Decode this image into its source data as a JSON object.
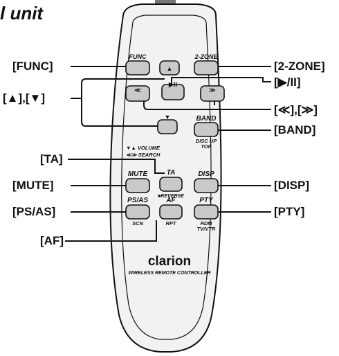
{
  "heading": "l unit",
  "brand": {
    "name": "clarion",
    "tagline": "WIRELESS REMOTE CONTROLLER"
  },
  "legend": {
    "volume": "▼▲ VOLUME",
    "search": "≪≫ SEARCH"
  },
  "buttons": {
    "func": "FUNC",
    "up": "▲",
    "two_zone": "2-ZONE",
    "rew": "≪",
    "play_pause": "▶II",
    "ff": "≫",
    "down": "▼",
    "band": "BAND",
    "disc_up_1": "DISC UP",
    "disc_up_2": "TOP",
    "mute": "MUTE",
    "ta": "TA",
    "reverse": "■REVERSE",
    "disp": "DISP",
    "psas": "PS/AS",
    "scn": "SCN",
    "af": "AF",
    "rpt": "RPT",
    "pty": "PTY",
    "rdm_1": "RDM",
    "rdm_2": "TV/VTR"
  },
  "callouts": {
    "func": "[FUNC]",
    "up_down": "[▲],[▼]",
    "two_zone": "[2-ZONE]",
    "play_pause": "[▶/II]",
    "rew_ff": "[≪],[≫]",
    "band": "[BAND]",
    "ta": "[TA]",
    "mute": "[MUTE]",
    "disp": "[DISP]",
    "psas": "[PS/AS]",
    "pty": "[PTY]",
    "af": "[AF]"
  },
  "colors": {
    "body_fill": "#f2f2f2",
    "button_fill": "#c9c9c9",
    "ink": "#111111"
  }
}
